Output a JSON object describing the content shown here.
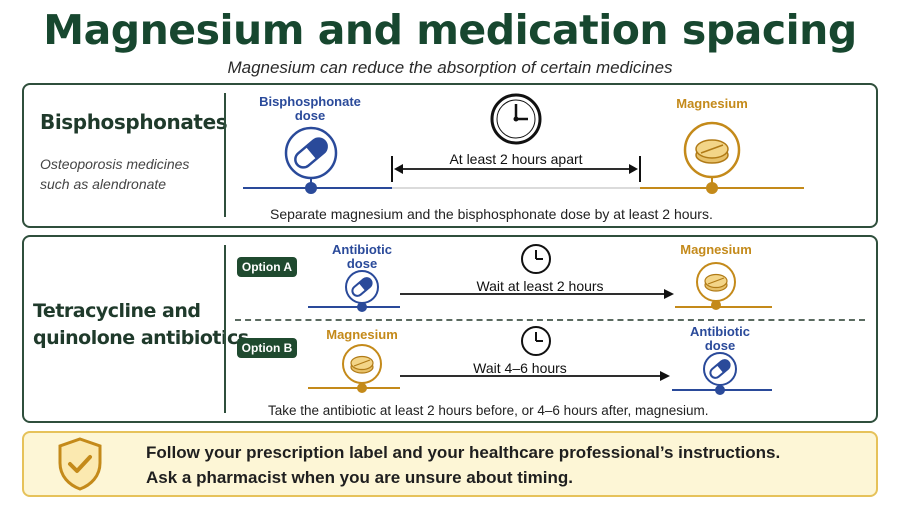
{
  "title": "Magnesium and medication spacing",
  "subtitle": "Magnesium can reduce the absorption of certain medicines",
  "colors": {
    "title": "#17472f",
    "panel_border": "#2f4f3c",
    "blue": "#2a4a9a",
    "gold": "#c48a1a",
    "note_bg": "#fdf6d6",
    "note_border": "#e6c25a"
  },
  "bisphosphonates": {
    "heading": "Bisphosphonates",
    "description": "Osteoporosis medicines such as alendronate",
    "dose_label": "Bisphosphonate dose",
    "magnesium_label": "Magnesium",
    "interval_text": "At least 2 hours apart",
    "caption": "Separate magnesium and the bisphosphonate dose by at least 2 hours.",
    "icons": [
      "clock-icon",
      "capsule-icon",
      "tablet-icon"
    ]
  },
  "antibiotics": {
    "heading_line1": "Tetracycline and",
    "heading_line2": "quinolone antibiotics",
    "option_a": {
      "tag": "Option A",
      "first_label": "Antibiotic dose",
      "second_label": "Magnesium",
      "wait_text": "Wait at least 2 hours"
    },
    "option_b": {
      "tag": "Option B",
      "first_label": "Magnesium",
      "second_label": "Antibiotic dose",
      "wait_text": "Wait 4–6 hours"
    },
    "caption": "Take the antibiotic at least 2 hours before, or 4–6 hours after, magnesium."
  },
  "note": {
    "line1": "Follow your prescription label and your healthcare professional’s instructions.",
    "line2": "Ask a pharmacist when you are unsure about timing.",
    "icon": "shield-check-icon"
  }
}
